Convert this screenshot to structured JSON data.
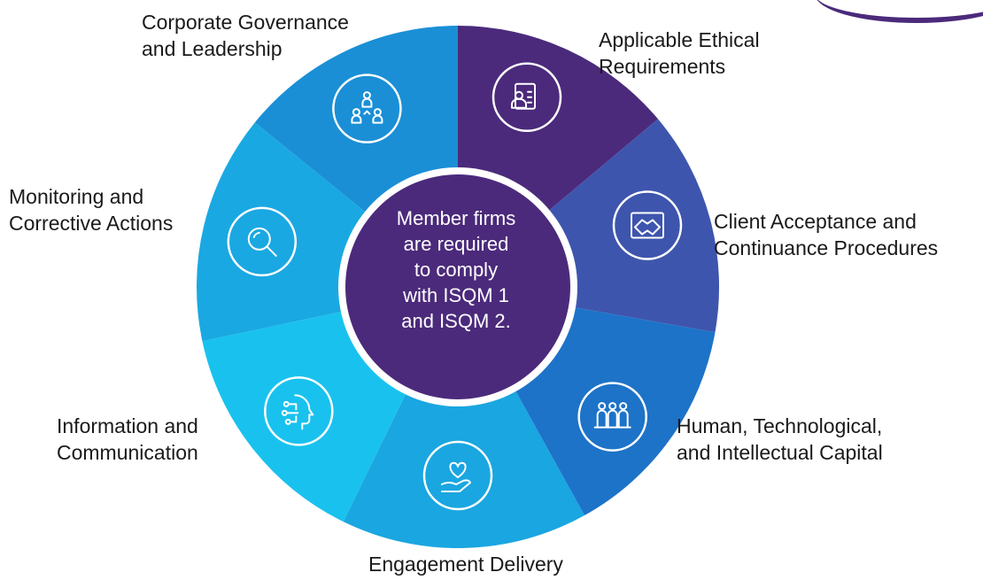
{
  "colors": {
    "segment_ethical": "#4b2a7b",
    "segment_client": "#3e55ae",
    "segment_human": "#1d73c8",
    "segment_engagement": "#1aa6e0",
    "segment_information": "#19c2ee",
    "segment_monitoring": "#1aa8e2",
    "segment_governance": "#1a8fd6",
    "hub": "#4b2a7b"
  },
  "center": {
    "lines": [
      "Member firms",
      "are required",
      "to comply",
      "with ISQM 1",
      "and ISQM 2."
    ]
  },
  "segments": [
    {
      "id": "ethical",
      "icon": "document-person-icon",
      "label_lines": [
        "Applicable Ethical",
        "Requirements"
      ]
    },
    {
      "id": "client",
      "icon": "handshake-icon",
      "label_lines": [
        "Client Acceptance and",
        "Continuance Procedures"
      ]
    },
    {
      "id": "human",
      "icon": "people-group-icon",
      "label_lines": [
        "Human, Technological,",
        "and Intellectual Capital"
      ]
    },
    {
      "id": "engagement",
      "icon": "heart-hand-icon",
      "label_lines": [
        "Engagement Delivery"
      ]
    },
    {
      "id": "information",
      "icon": "ai-head-icon",
      "label_lines": [
        "Information and",
        "Communication"
      ]
    },
    {
      "id": "monitoring",
      "icon": "magnifier-icon",
      "label_lines": [
        "Monitoring and",
        "Corrective Actions"
      ]
    },
    {
      "id": "governance",
      "icon": "org-chart-icon",
      "label_lines": [
        "Corporate Governance",
        "and Leadership"
      ]
    }
  ]
}
